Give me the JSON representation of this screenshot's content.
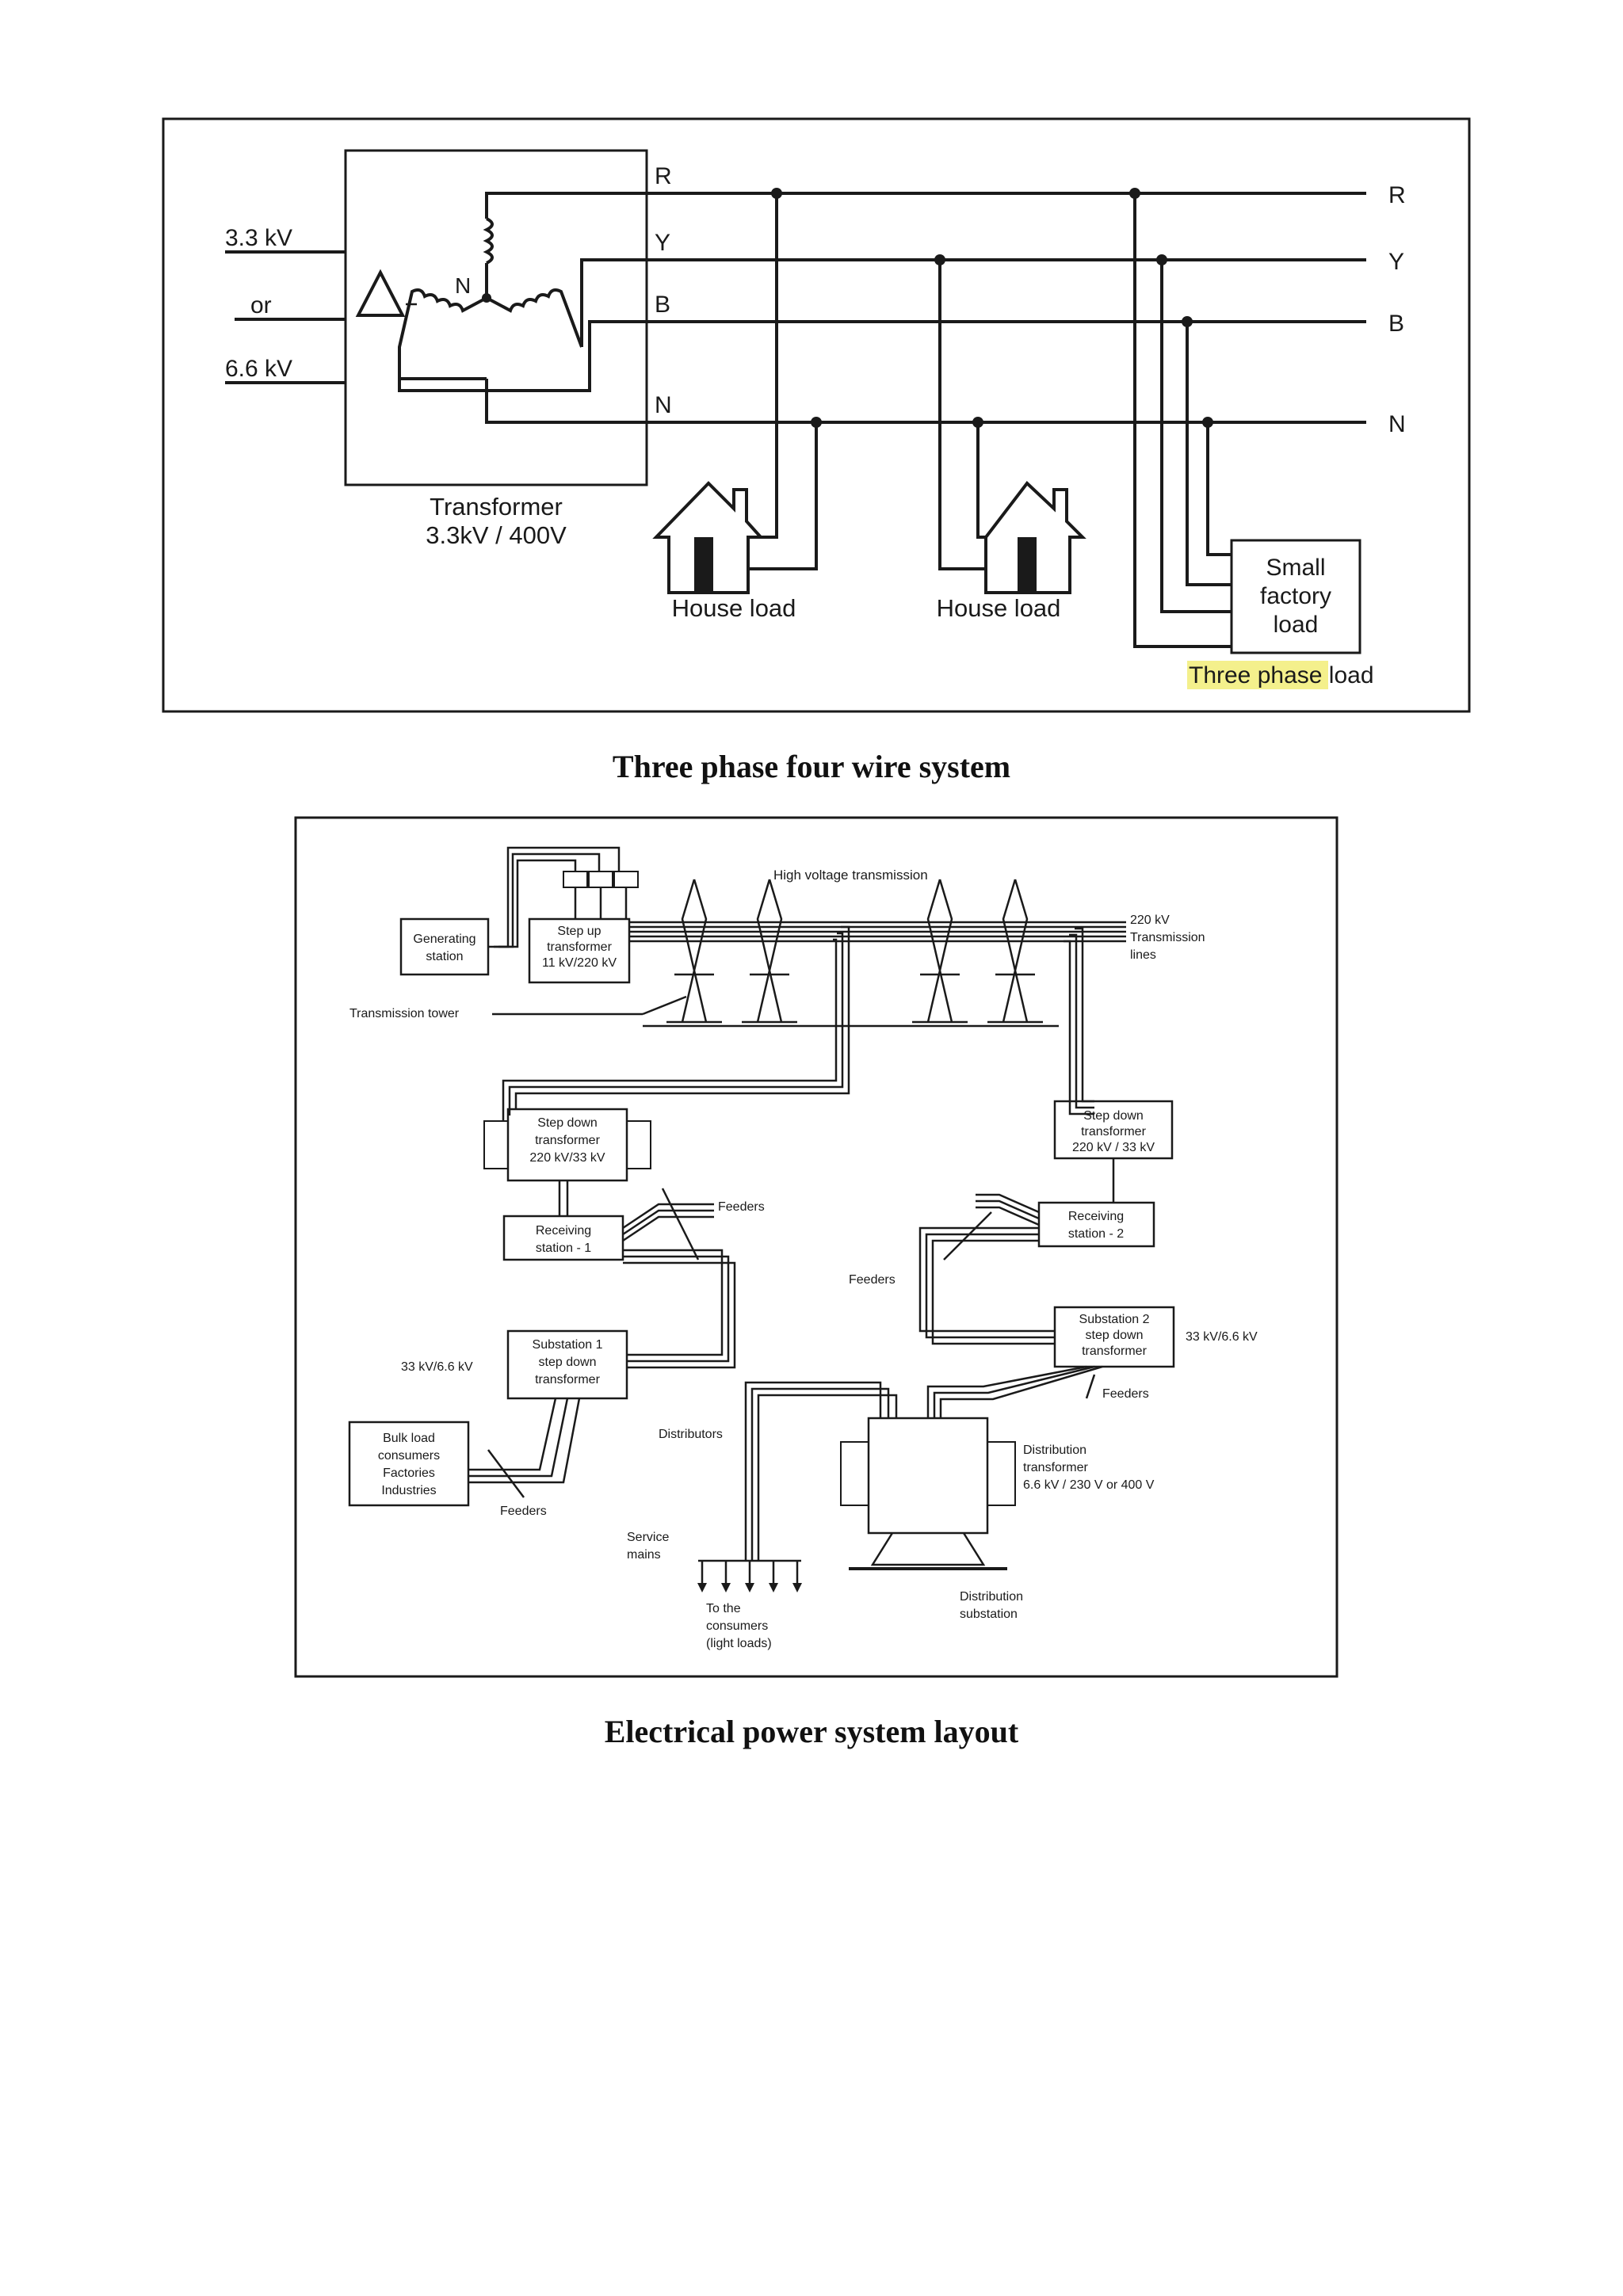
{
  "figure1": {
    "input_voltages": [
      "3.3 kV",
      "or",
      "6.6 kV"
    ],
    "neutral_label": "N",
    "phase_labels_left": [
      "R",
      "Y",
      "B",
      "N"
    ],
    "phase_labels_right": [
      "R",
      "Y",
      "B",
      "N"
    ],
    "transformer_label": [
      "Transformer",
      "3.3kV / 400V"
    ],
    "house_load_1": "House load",
    "house_load_2": "House load",
    "factory_load": [
      "Small",
      "factory",
      "load"
    ],
    "three_phase_highlight": "Three phase",
    "three_phase_rest": " load",
    "caption": "Three phase four wire system"
  },
  "figure2": {
    "high_voltage": "High voltage transmission",
    "generating_station": [
      "Generating",
      "station"
    ],
    "step_up": [
      "Step up",
      "transformer",
      "11 kV/220 kV"
    ],
    "tx_lines": [
      "220 kV",
      "Transmission",
      "lines"
    ],
    "tower": "Transmission tower",
    "step_down_1": [
      "Step down",
      "transformer",
      "220 kV/33 kV"
    ],
    "step_down_2": [
      "Step down",
      "transformer",
      "220 kV / 33 kV"
    ],
    "feeders": "Feeders",
    "receiving_1": [
      "Receiving",
      "station - 1"
    ],
    "receiving_2": [
      "Receiving",
      "station - 2"
    ],
    "substation_1": [
      "Substation 1",
      "step down",
      "transformer"
    ],
    "substation_2": [
      "Substation 2",
      "step down",
      "transformer"
    ],
    "sub1_voltage": "33 kV/6.6 kV",
    "sub2_voltage": "33 kV/6.6 kV",
    "bulk_load": [
      "Bulk load",
      "consumers",
      "Factories",
      "Industries"
    ],
    "distributors": "Distributors",
    "dist_transformer": [
      "Distribution",
      "transformer",
      "6.6 kV / 230 V or 400 V"
    ],
    "dist_substation": [
      "Distribution",
      "substation"
    ],
    "service_mains": [
      "Service",
      "mains"
    ],
    "consumers": [
      "To the",
      "consumers",
      "(light loads)"
    ],
    "caption": "Electrical power system layout"
  },
  "colors": {
    "highlight": "#f4f08c",
    "ink": "#1a1a1a"
  }
}
